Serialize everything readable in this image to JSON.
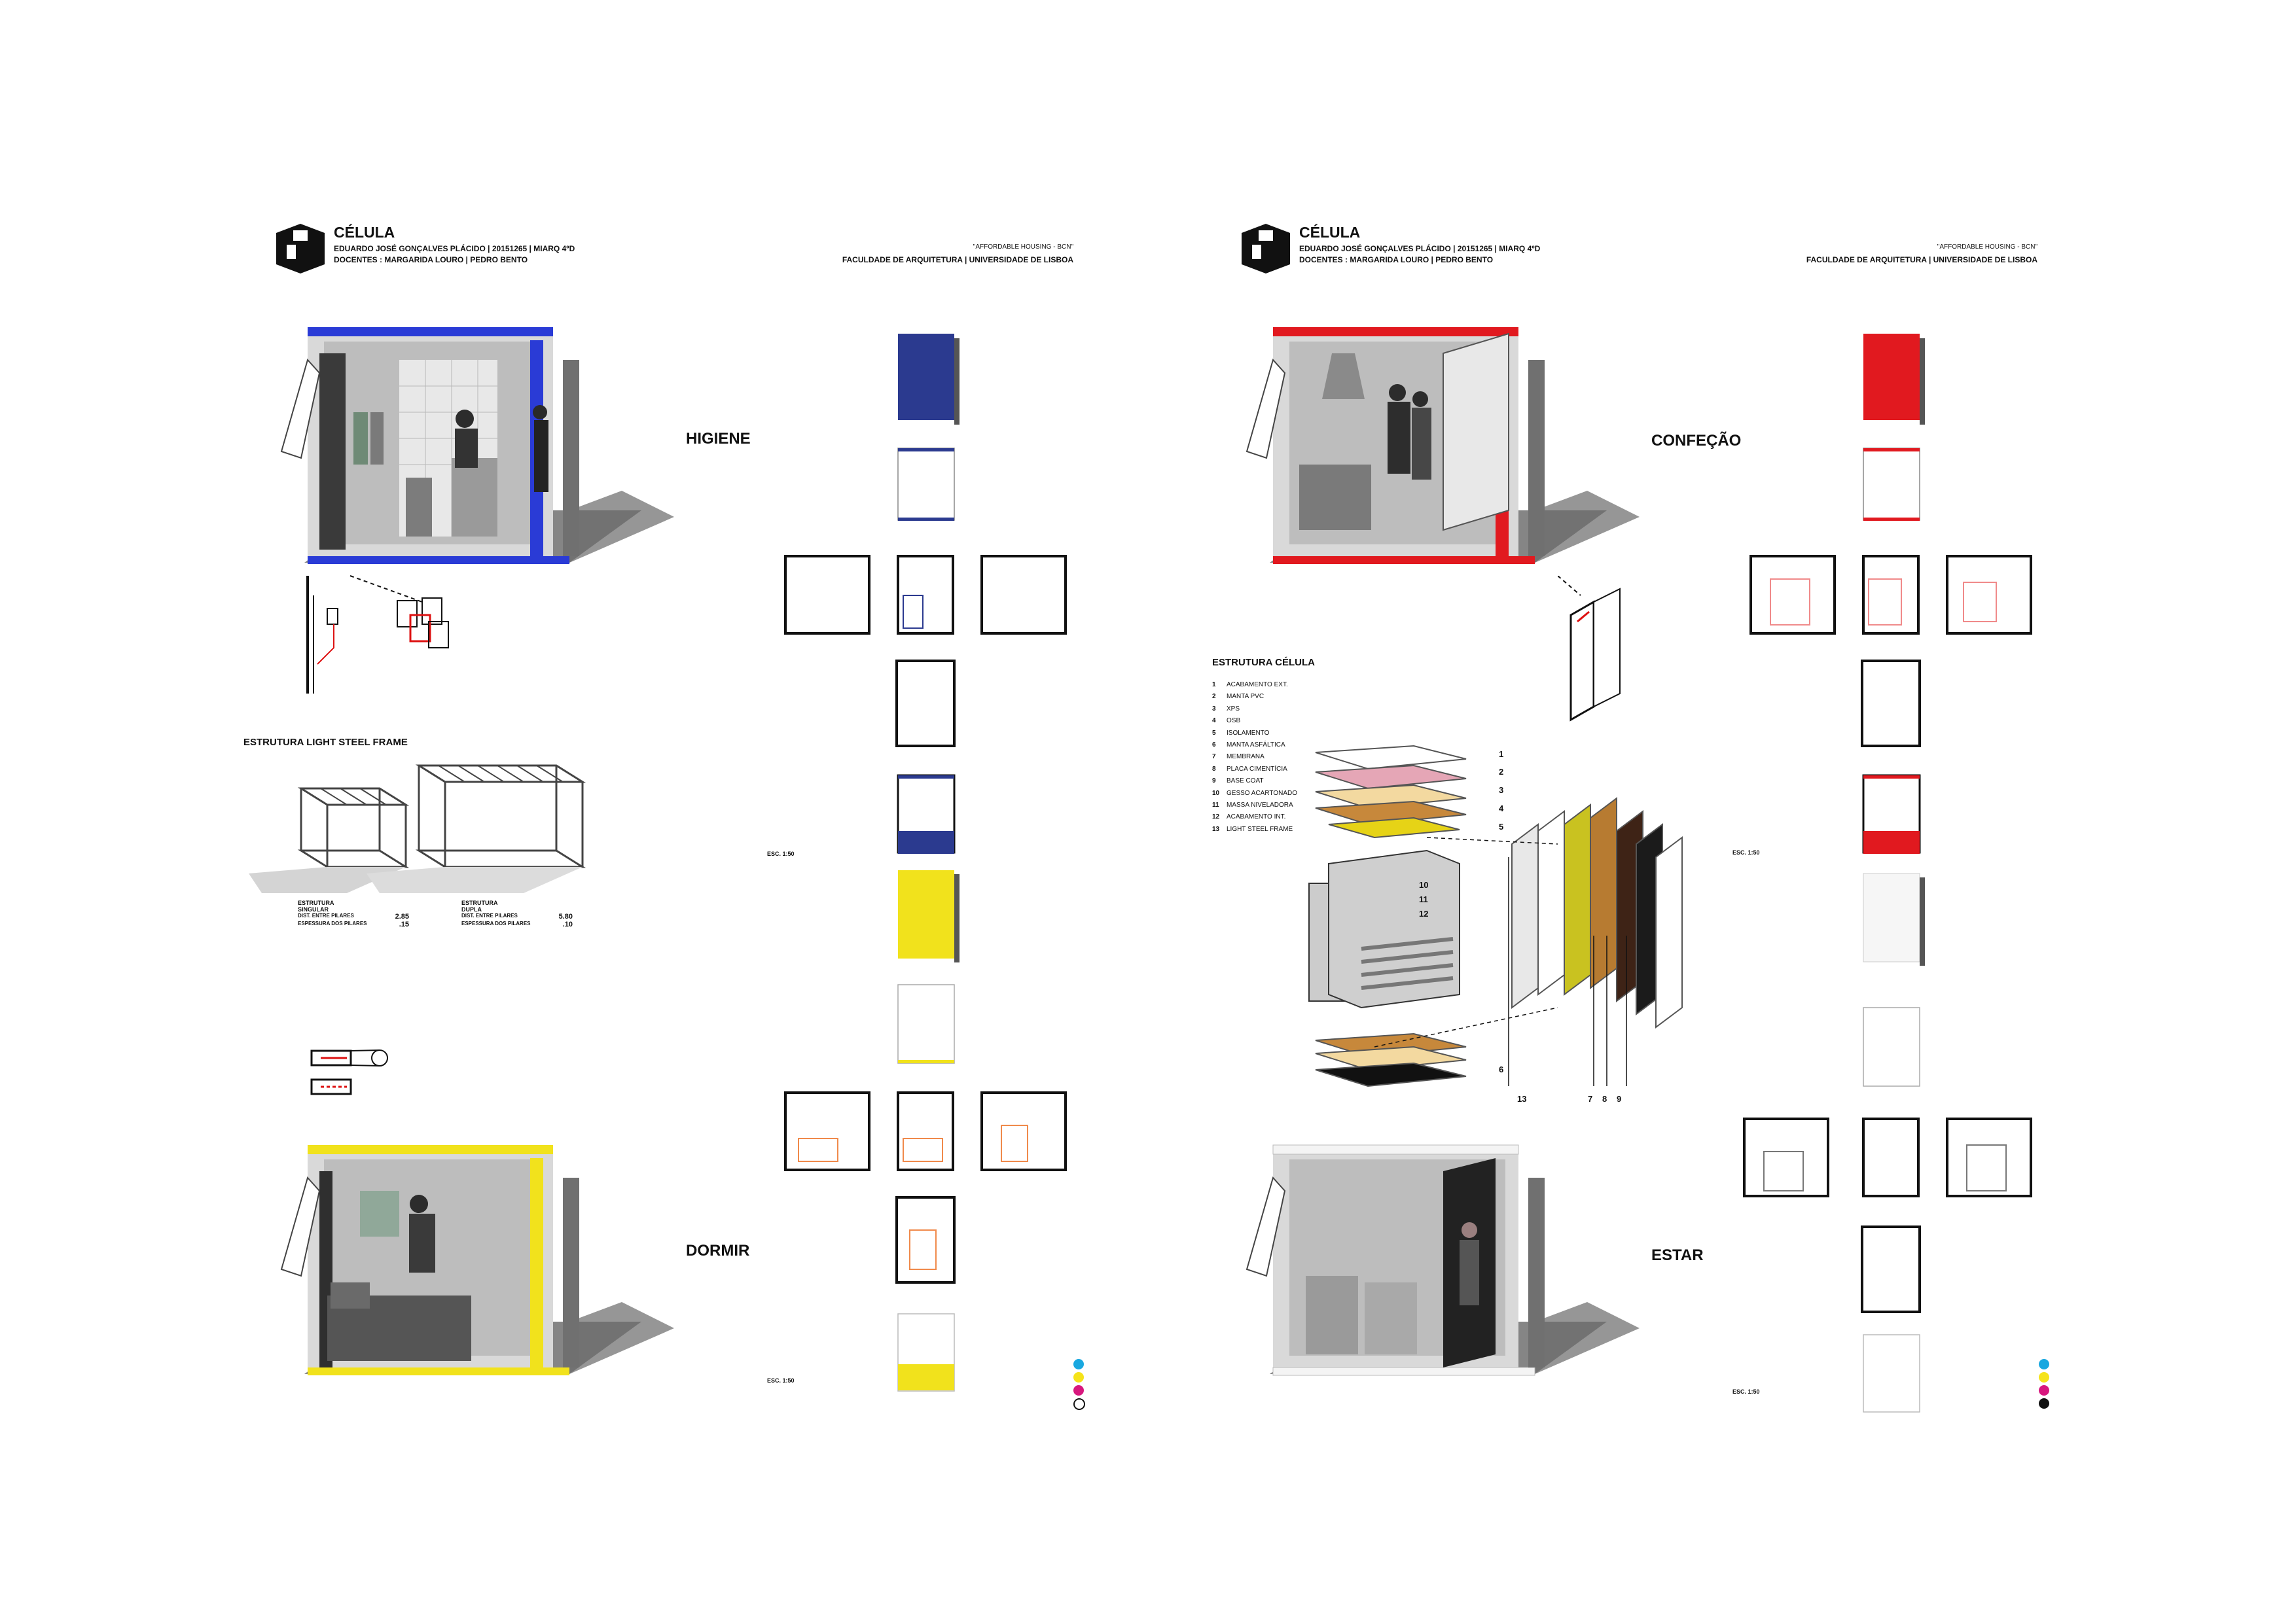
{
  "left_sheet": {
    "header": {
      "title": "CÉLULA",
      "author_line": "EDUARDO JOSÉ GONÇALVES PLÁCIDO | 20151265 | MIARQ 4ºD",
      "teachers_line": "DOCENTES : MARGARIDA LOURO | PEDRO BENTO",
      "project_line": "\"AFFORDABLE HOUSING - BCN\"",
      "faculty_line": "FACULDADE DE ARQUITETURA | UNIVERSIDADE DE LISBOA"
    },
    "label_top": "HIGIENE",
    "label_bottom": "DORMIR",
    "steel_title": "ESTRUTURA LIGHT STEEL FRAME",
    "steel_single": {
      "name": "ESTRUTURA",
      "kind": "SINGULAR",
      "row1_label": "DIST. ENTRE PILARES",
      "row1_value": "2.85",
      "row2_label": "ESPESSURA DOS PILARES",
      "row2_value": ".15"
    },
    "steel_double": {
      "name": "ESTRUTURA",
      "kind": "DUPLA",
      "row1_label": "DIST. ENTRE PILARES",
      "row1_value": "5.80",
      "row2_label": "ESPESSURA DOS PILARES",
      "row2_value": ".10"
    },
    "scale_top": "ESC. 1:50",
    "scale_bottom": "ESC. 1:50",
    "legend_colors": [
      "#19a8e0",
      "#f5e31a",
      "#d8177e",
      "#ffffff"
    ]
  },
  "right_sheet": {
    "header": {
      "title": "CÉLULA",
      "author_line": "EDUARDO JOSÉ GONÇALVES PLÁCIDO | 20151265 | MIARQ 4ºD",
      "teachers_line": "DOCENTES : MARGARIDA LOURO | PEDRO BENTO",
      "project_line": "\"AFFORDABLE HOUSING - BCN\"",
      "faculty_line": "FACULDADE DE ARQUITETURA | UNIVERSIDADE DE LISBOA"
    },
    "label_top": "CONFEÇÃO",
    "label_bottom": "ESTAR",
    "structure_title": "ESTRUTURA CÉLULA",
    "layers": [
      {
        "n": "1",
        "name": "ACABAMENTO EXT."
      },
      {
        "n": "2",
        "name": "MANTA PVC"
      },
      {
        "n": "3",
        "name": "XPS"
      },
      {
        "n": "4",
        "name": "OSB"
      },
      {
        "n": "5",
        "name": "ISOLAMENTO"
      },
      {
        "n": "6",
        "name": "MANTA ASFÁLTICA"
      },
      {
        "n": "7",
        "name": "MEMBRANA"
      },
      {
        "n": "8",
        "name": "PLACA CIMENTÍCIA"
      },
      {
        "n": "9",
        "name": "BASE COAT"
      },
      {
        "n": "10",
        "name": "GESSO ACARTONADO"
      },
      {
        "n": "11",
        "name": "MASSA NIVELADORA"
      },
      {
        "n": "12",
        "name": "ACABAMENTO INT."
      },
      {
        "n": "13",
        "name": "LIGHT STEEL FRAME"
      }
    ],
    "scale_top": "ESC. 1:50",
    "scale_bottom": "ESC. 1:50",
    "legend_colors": [
      "#19a8e0",
      "#f5e31a",
      "#d8177e",
      "#111111"
    ]
  },
  "colors": {
    "blue": "#2a3bd6",
    "blue_dark": "#2b3a8f",
    "yellow": "#f1e21c",
    "red": "#e1191f",
    "ink": "#111111",
    "shadow": "#5a5a5a"
  },
  "icons": {
    "logo": "cube-logo-icon"
  }
}
